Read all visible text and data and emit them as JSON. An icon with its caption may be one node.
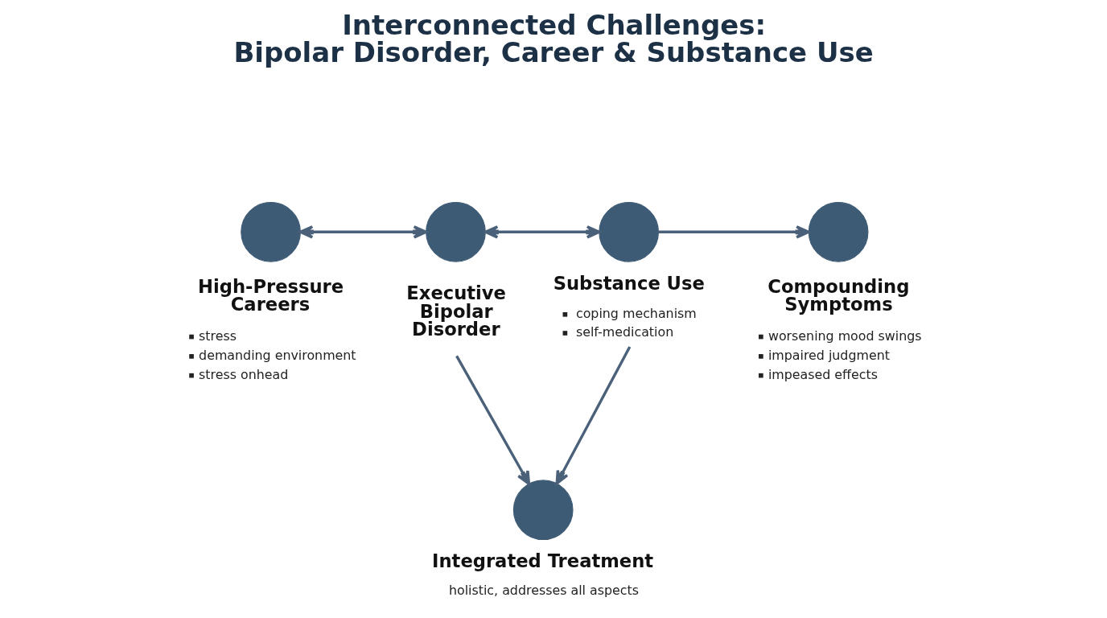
{
  "diagram": {
    "title": "Interconnected Challenges: Bipolar Disorder, Career & Substance Use",
    "nodes": [
      {
        "text": [
          "High-Pressure Careers",
          "stress",
          "demanding environment",
          "stress onhead"
        ]
      },
      {
        "text": [
          "Executive Bipolar Disorder"
        ]
      },
      {
        "text": [
          "Substance Use",
          "coping mechanism",
          "self-medication"
        ]
      },
      {
        "text": [
          "Compounding Symptoms",
          "worsening mood swings",
          "impaired judgment",
          "impeased effects"
        ]
      },
      {
        "text": [
          "Integrated Treatment",
          "holistic, addresses all aspects"
        ]
      }
    ],
    "edges": [
      {
        "from": 0,
        "to": 1,
        "arrow": "both"
      },
      {
        "from": 1,
        "to": 2,
        "arrow": "both"
      },
      {
        "from": 2,
        "to": 3,
        "arrow": "to"
      },
      {
        "from": 1,
        "to": 4,
        "arrow": "to"
      },
      {
        "from": 2,
        "to": 4,
        "arrow": "to"
      }
    ]
  }
}
